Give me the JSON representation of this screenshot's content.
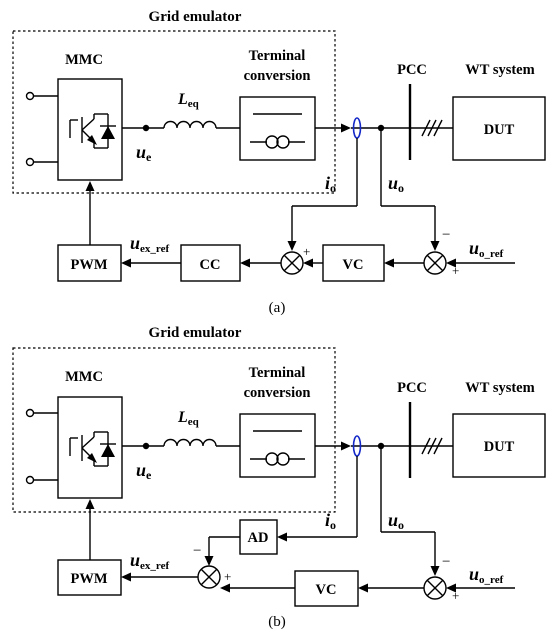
{
  "panel_a": {
    "grid_emulator": "Grid emulator",
    "mmc": "MMC",
    "terminal_line1": "Terminal",
    "terminal_line2": "conversion",
    "l_main": "L",
    "l_sub": "eq",
    "u_e_main": "u",
    "u_e_sub": "e",
    "pcc": "PCC",
    "wt": "WT system",
    "dut": "DUT",
    "i_o_main": "i",
    "i_o_sub": "o",
    "u_o_main": "u",
    "u_o_sub": "o",
    "u_ex_main": "u",
    "u_ex_sub": "ex_ref",
    "u_oref_main": "u",
    "u_oref_sub": "o_ref",
    "pwm": "PWM",
    "cc": "CC",
    "vc": "VC",
    "plus": "+",
    "minus": "−",
    "caption": "(a)"
  },
  "panel_b": {
    "grid_emulator": "Grid emulator",
    "mmc": "MMC",
    "terminal_line1": "Terminal",
    "terminal_line2": "conversion",
    "l_main": "L",
    "l_sub": "eq",
    "u_e_main": "u",
    "u_e_sub": "e",
    "pcc": "PCC",
    "wt": "WT system",
    "dut": "DUT",
    "i_o_main": "i",
    "i_o_sub": "o",
    "u_o_main": "u",
    "u_o_sub": "o",
    "u_ex_main": "u",
    "u_ex_sub": "ex_ref",
    "u_oref_main": "u",
    "u_oref_sub": "o_ref",
    "pwm": "PWM",
    "ad": "AD",
    "vc": "VC",
    "plus": "+",
    "minus": "−",
    "caption": "(b)"
  },
  "colors": {
    "current_sensor": "#1428c8",
    "line": "#000000"
  }
}
